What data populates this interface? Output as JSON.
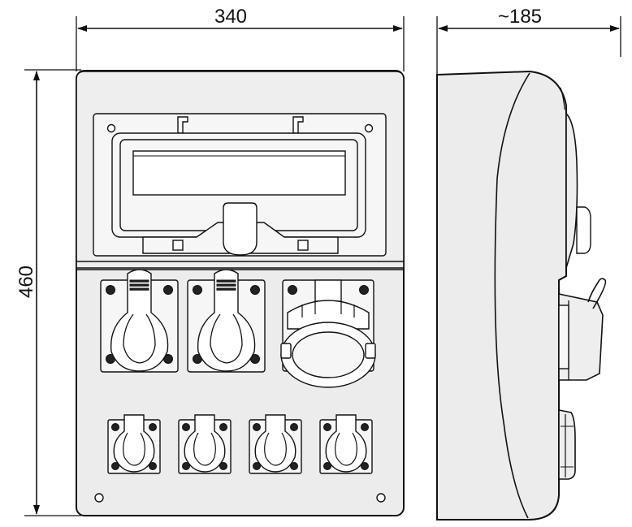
{
  "dimensions": {
    "width_front": "340",
    "depth_side": "~185",
    "height": "460"
  },
  "front_view": {
    "socket_groups": [
      {
        "name": "large-socket-16a",
        "count": 2
      },
      {
        "name": "large-socket-32a",
        "count": 1
      },
      {
        "name": "small-socket",
        "count": 4
      }
    ]
  },
  "colors": {
    "line": "#111111",
    "body": "#ececec",
    "background": "#ffffff"
  }
}
